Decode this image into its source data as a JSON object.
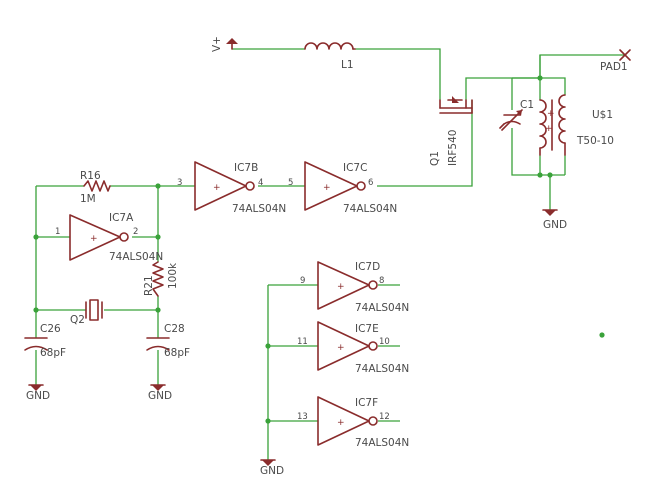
{
  "labels": {
    "vplus": "V+",
    "l1": "L1",
    "pad1": "PAD1",
    "c1": "C1",
    "us1": "U$1",
    "t5010": "T50-10",
    "q1": "Q1",
    "irf540": "IRF540",
    "gnd_top": "GND",
    "r16": "R16",
    "r16_val": "1M",
    "ic7a": "IC7A",
    "ic7a_type": "74ALS04N",
    "ic7b": "IC7B",
    "ic7b_type": "74ALS04N",
    "ic7c": "IC7C",
    "ic7c_type": "74ALS04N",
    "r21": "R21",
    "r21_val": "100k",
    "q2": "Q2",
    "c26": "C26",
    "c26_val": "68pF",
    "c28": "C28",
    "c28_val": "68pF",
    "gnd_c26": "GND",
    "gnd_c28": "GND",
    "ic7d": "IC7D",
    "ic7d_type": "74ALS04N",
    "ic7e": "IC7E",
    "ic7e_type": "74ALS04N",
    "ic7f": "IC7F",
    "ic7f_type": "74ALS04N",
    "gnd_bottom": "GND"
  },
  "pins": {
    "ic7a_in": "1",
    "ic7a_out": "2",
    "ic7b_in": "3",
    "ic7b_out": "4",
    "ic7c_in": "5",
    "ic7c_out": "6",
    "ic7d_in": "9",
    "ic7d_out": "8",
    "ic7e_in": "11",
    "ic7e_out": "10",
    "ic7f_in": "13",
    "ic7f_out": "12"
  },
  "gate_sign": "+"
}
